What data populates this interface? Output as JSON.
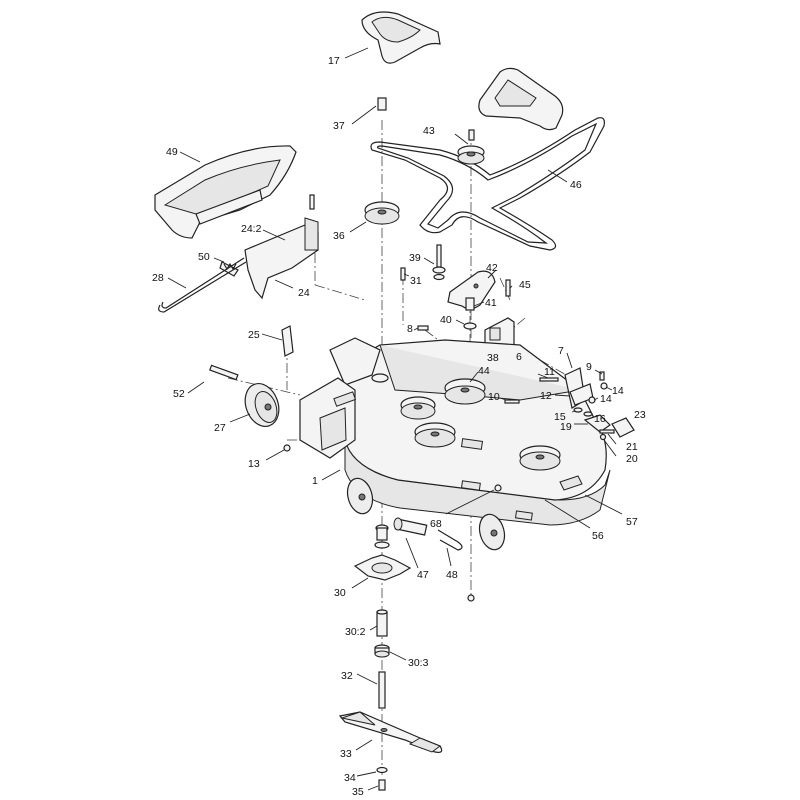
{
  "callouts": [
    {
      "id": "c17",
      "text": "17"
    },
    {
      "id": "c37",
      "text": "37"
    },
    {
      "id": "c43",
      "text": "43"
    },
    {
      "id": "c46",
      "text": "46"
    },
    {
      "id": "c49",
      "text": "49"
    },
    {
      "id": "c36",
      "text": "36"
    },
    {
      "id": "c24-2",
      "text": "24:2"
    },
    {
      "id": "c50",
      "text": "50"
    },
    {
      "id": "c28",
      "text": "28"
    },
    {
      "id": "c24",
      "text": "24"
    },
    {
      "id": "c39",
      "text": "39"
    },
    {
      "id": "c42",
      "text": "42"
    },
    {
      "id": "c31",
      "text": "31"
    },
    {
      "id": "c45",
      "text": "45"
    },
    {
      "id": "c41",
      "text": "41"
    },
    {
      "id": "c40",
      "text": "40"
    },
    {
      "id": "c8",
      "text": "8"
    },
    {
      "id": "c25",
      "text": "25"
    },
    {
      "id": "c6",
      "text": "6"
    },
    {
      "id": "c38",
      "text": "38"
    },
    {
      "id": "c7",
      "text": "7"
    },
    {
      "id": "c44",
      "text": "44"
    },
    {
      "id": "c9",
      "text": "9"
    },
    {
      "id": "c11",
      "text": "11"
    },
    {
      "id": "c52",
      "text": "52"
    },
    {
      "id": "c14a",
      "text": "14"
    },
    {
      "id": "c12",
      "text": "12"
    },
    {
      "id": "c10",
      "text": "10"
    },
    {
      "id": "c14b",
      "text": "14"
    },
    {
      "id": "c23",
      "text": "23"
    },
    {
      "id": "c15",
      "text": "15"
    },
    {
      "id": "c16",
      "text": "16"
    },
    {
      "id": "c27",
      "text": "27"
    },
    {
      "id": "c19",
      "text": "19"
    },
    {
      "id": "c21",
      "text": "21"
    },
    {
      "id": "c20",
      "text": "20"
    },
    {
      "id": "c13",
      "text": "13"
    },
    {
      "id": "c1",
      "text": "1"
    },
    {
      "id": "c57",
      "text": "57"
    },
    {
      "id": "c68",
      "text": "68"
    },
    {
      "id": "c56",
      "text": "56"
    },
    {
      "id": "c47",
      "text": "47"
    },
    {
      "id": "c48",
      "text": "48"
    },
    {
      "id": "c30",
      "text": "30"
    },
    {
      "id": "c30-2",
      "text": "30:2"
    },
    {
      "id": "c30-3",
      "text": "30:3"
    },
    {
      "id": "c32",
      "text": "32"
    },
    {
      "id": "c33",
      "text": "33"
    },
    {
      "id": "c34",
      "text": "34"
    },
    {
      "id": "c35",
      "text": "35"
    }
  ]
}
